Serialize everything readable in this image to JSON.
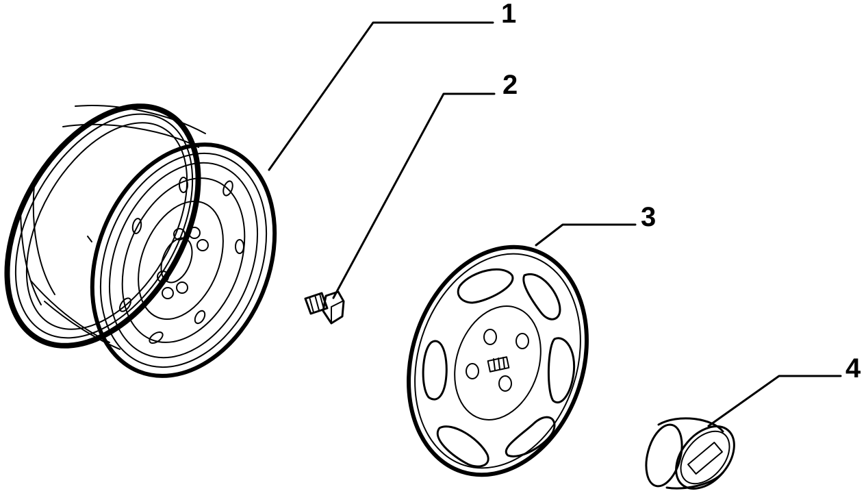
{
  "diagram": {
    "parts": [
      {
        "number": "1",
        "part": "wheel-rim"
      },
      {
        "number": "2",
        "part": "wheel-bolt"
      },
      {
        "number": "3",
        "part": "hubcap"
      },
      {
        "number": "4",
        "part": "center-cap"
      }
    ],
    "colors": {
      "line": "#000000",
      "background": "#ffffff"
    }
  }
}
